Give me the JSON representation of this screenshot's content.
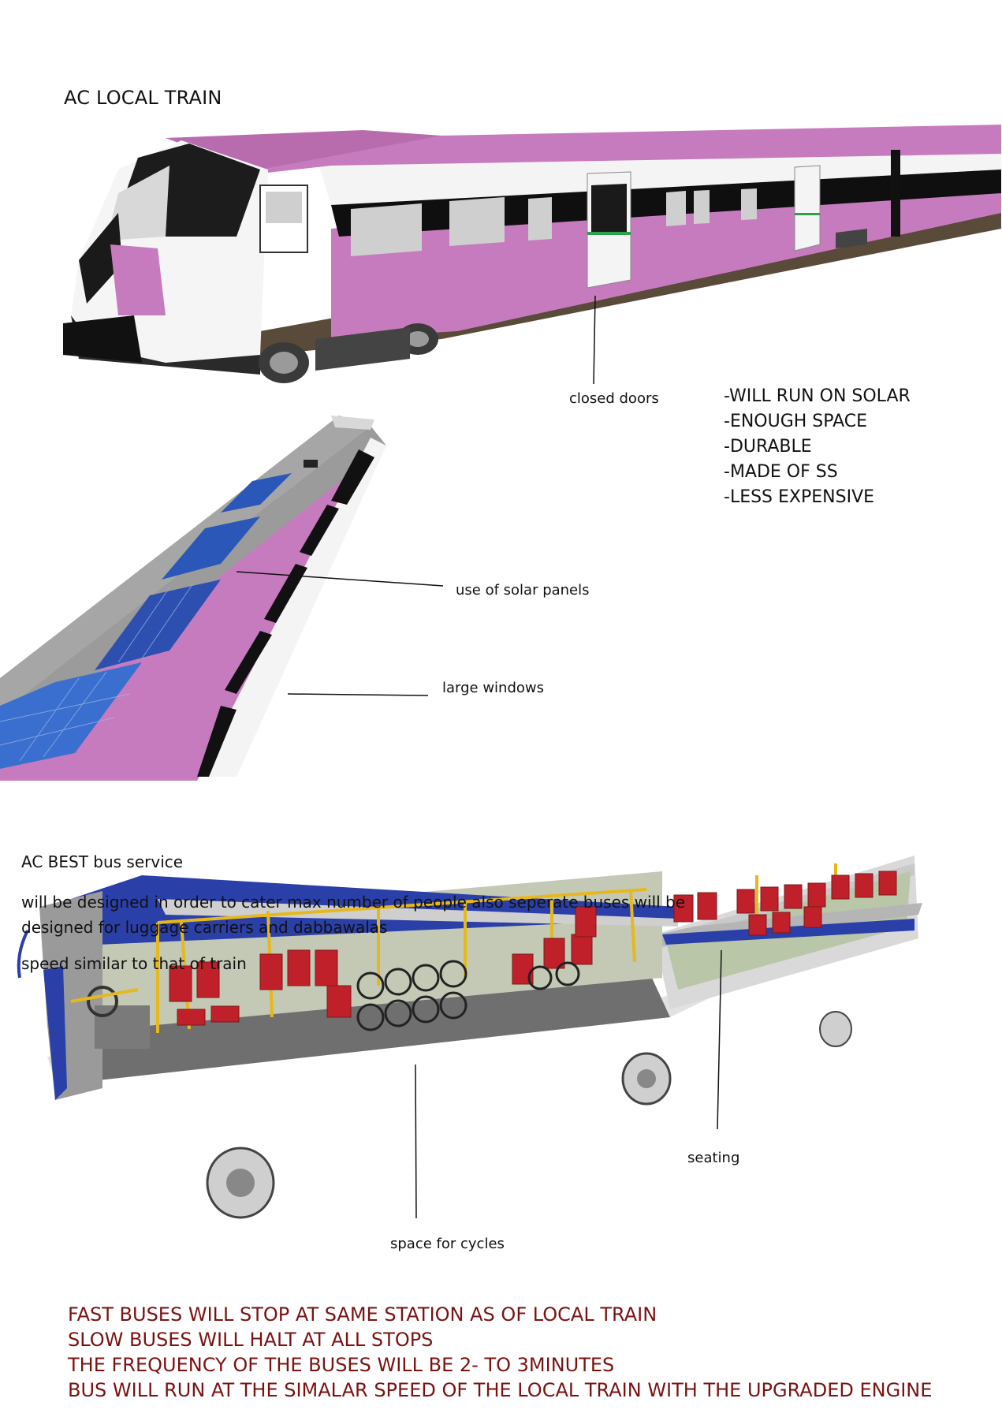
{
  "train": {
    "title": "AC LOCAL TRAIN",
    "features": [
      "-WILL RUN ON SOLAR",
      "-ENOUGH SPACE",
      "-DURABLE",
      "-MADE OF SS",
      "-LESS EXPENSIVE"
    ],
    "labels": {
      "doors": "closed doors",
      "solar": "use of solar panels",
      "windows": "large windows"
    },
    "colors": {
      "body": "#c77bbf",
      "white": "#f5f5f5",
      "window": "#111111",
      "solar": "#2a57b8"
    }
  },
  "bus": {
    "title": "AC BEST bus service",
    "description": [
      "will be designed in order to cater max number of people also seperate buses will be",
      "designed for luggage carriers and dabbawalas"
    ],
    "speed_note": "speed similar to that of train",
    "labels": {
      "seating": "seating",
      "cycles": "space for cycles"
    },
    "colors": {
      "roof": "#2b3fa8",
      "seat": "#c0202a",
      "rail": "#e6b81e"
    }
  },
  "notes": [
    "FAST BUSES WILL STOP AT SAME STATION AS OF LOCAL TRAIN",
    "SLOW BUSES WILL HALT AT ALL STOPS",
    "THE FREQUENCY OF THE BUSES WILL BE 2- TO 3MINUTES",
    "BUS WILL RUN AT THE SIMALAR SPEED OF THE LOCAL TRAIN WITH THE UPGRADED ENGINE"
  ]
}
